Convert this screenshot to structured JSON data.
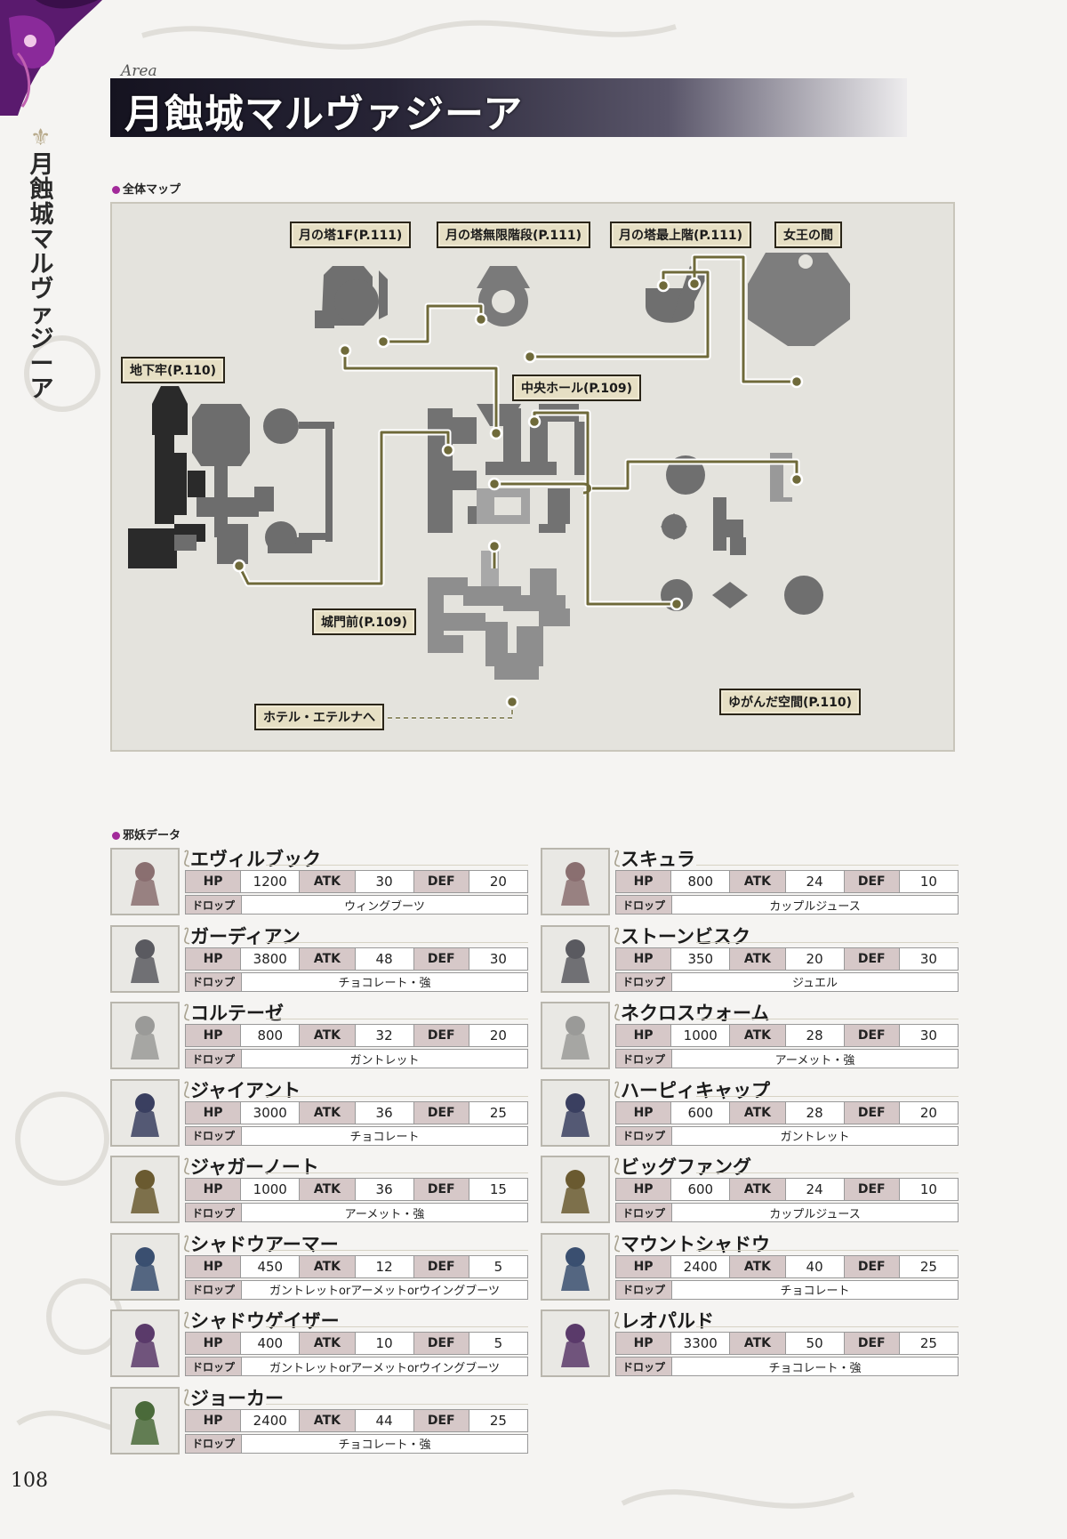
{
  "header": {
    "area_tag": "Area",
    "title": "月蝕城マルヴァジーア",
    "side_title": "月蝕城マルヴァジーア"
  },
  "map_section": {
    "label": "全体マップ",
    "labels": {
      "tower1f": "月の塔1F(P.111)",
      "tower_stairs": "月の塔無限階段(P.111)",
      "tower_top": "月の塔最上階(P.111)",
      "queen": "女王の間",
      "dungeon": "地下牢(P.110)",
      "central_hall": "中央ホール(P.109)",
      "gate": "城門前(P.109)",
      "distorted": "ゆがんだ空間(P.110)",
      "hotel": "ホテル・エテルナへ"
    }
  },
  "monster_section": {
    "label": "邪妖データ",
    "stat_labels": {
      "hp": "HP",
      "atk": "ATK",
      "def": "DEF",
      "drop": "ドロップ"
    },
    "left": [
      {
        "name": "エヴィルブック",
        "hp": "1200",
        "atk": "30",
        "def": "20",
        "drop": "ウィングブーツ"
      },
      {
        "name": "ガーディアン",
        "hp": "3800",
        "atk": "48",
        "def": "30",
        "drop": "チョコレート・強"
      },
      {
        "name": "コルテーゼ",
        "hp": "800",
        "atk": "32",
        "def": "20",
        "drop": "ガントレット"
      },
      {
        "name": "ジャイアント",
        "hp": "3000",
        "atk": "36",
        "def": "25",
        "drop": "チョコレート"
      },
      {
        "name": "ジャガーノート",
        "hp": "1000",
        "atk": "36",
        "def": "15",
        "drop": "アーメット・強"
      },
      {
        "name": "シャドウアーマー",
        "hp": "450",
        "atk": "12",
        "def": "5",
        "drop": "ガントレットorアーメットorウイングブーツ"
      },
      {
        "name": "シャドウゲイザー",
        "hp": "400",
        "atk": "10",
        "def": "5",
        "drop": "ガントレットorアーメットorウイングブーツ"
      },
      {
        "name": "ジョーカー",
        "hp": "2400",
        "atk": "44",
        "def": "25",
        "drop": "チョコレート・強"
      }
    ],
    "right": [
      {
        "name": "スキュラ",
        "hp": "800",
        "atk": "24",
        "def": "10",
        "drop": "カップルジュース"
      },
      {
        "name": "ストーンビスク",
        "hp": "350",
        "atk": "20",
        "def": "30",
        "drop": "ジュエル"
      },
      {
        "name": "ネクロスウォーム",
        "hp": "1000",
        "atk": "28",
        "def": "30",
        "drop": "アーメット・強"
      },
      {
        "name": "ハーピィキャップ",
        "hp": "600",
        "atk": "28",
        "def": "20",
        "drop": "ガントレット"
      },
      {
        "name": "ビッグファング",
        "hp": "600",
        "atk": "24",
        "def": "10",
        "drop": "カップルジュース"
      },
      {
        "name": "マウントシャドウ",
        "hp": "2400",
        "atk": "40",
        "def": "25",
        "drop": "チョコレート"
      },
      {
        "name": "レオパルド",
        "hp": "3300",
        "atk": "50",
        "def": "25",
        "drop": "チョコレート・強"
      }
    ]
  },
  "page_number": "108"
}
